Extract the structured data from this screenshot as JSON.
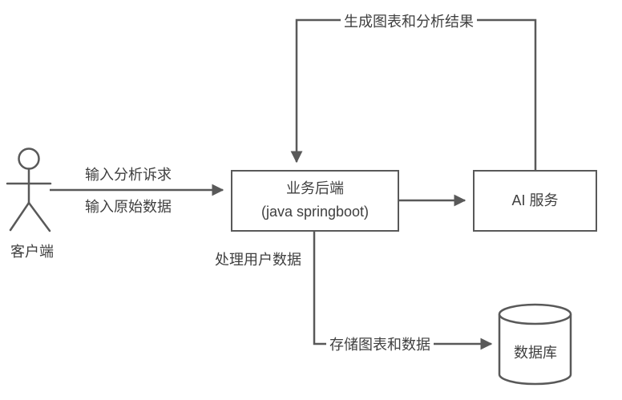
{
  "diagram": {
    "colors": {
      "line": "#595959",
      "text": "#3f3f3f",
      "background": "#ffffff"
    },
    "nodes": {
      "client": {
        "label": "客户端"
      },
      "backend": {
        "label_line1": "业务后端",
        "label_line2": "(java springboot)"
      },
      "ai": {
        "label": "AI 服务"
      },
      "database": {
        "label": "数据库"
      }
    },
    "edges": {
      "client_to_backend": {
        "label_line1": "输入分析诉求",
        "label_line2": "输入原始数据"
      },
      "ai_to_backend": {
        "label": "生成图表和分析结果"
      },
      "backend_to_ai": {
        "label": ""
      },
      "backend_to_db": {
        "label": "存储图表和数据"
      },
      "backend_process": {
        "label": "处理用户数据"
      }
    }
  }
}
